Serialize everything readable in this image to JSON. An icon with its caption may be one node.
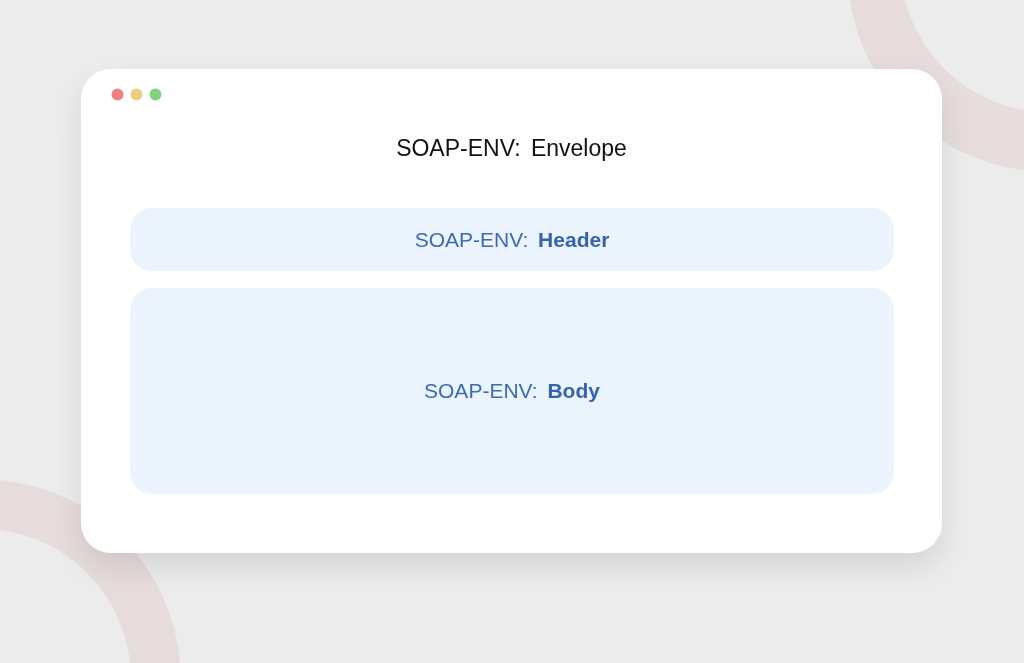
{
  "diagram": {
    "nodes": [
      {
        "text": [
          "SOAP-ENV: Envelope"
        ]
      },
      {
        "text": [
          "SOAP-ENV: **Header**"
        ],
        "in": 0
      },
      {
        "text": [
          "SOAP-ENV: **Body**"
        ],
        "in": 0
      }
    ]
  }
}
